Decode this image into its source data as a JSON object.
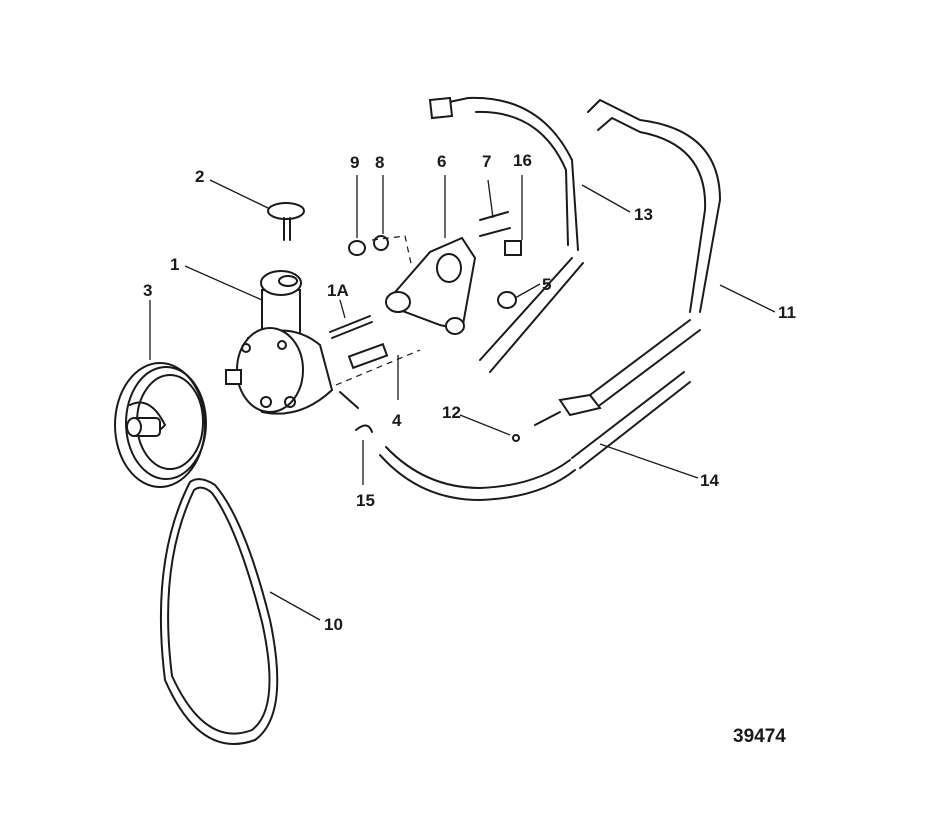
{
  "figure_number": "39474",
  "callouts": [
    "1",
    "1A",
    "2",
    "3",
    "4",
    "5",
    "6",
    "7",
    "8",
    "9",
    "10",
    "11",
    "12",
    "13",
    "14",
    "15",
    "16"
  ]
}
